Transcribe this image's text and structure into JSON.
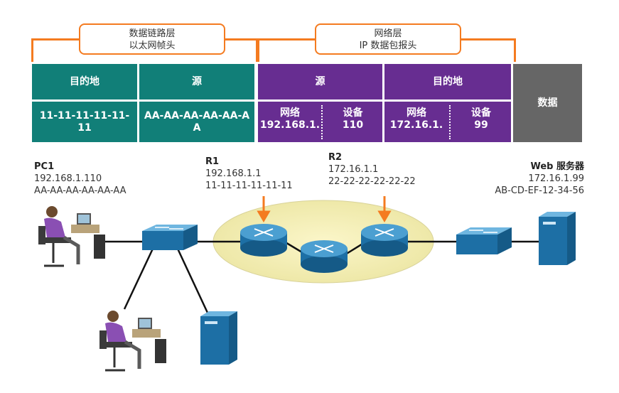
{
  "callouts": {
    "datalink": {
      "line1": "数据链路层",
      "line2": "以太网帧头"
    },
    "network": {
      "line1": "网络层",
      "line2": "IP 数据包报头"
    }
  },
  "header": {
    "dest": "目的地",
    "src": "源",
    "ip_src": "源",
    "ip_dest": "目的地",
    "data": "数据"
  },
  "values": {
    "dest_mac": "11-11-11-11-11-11",
    "src_mac": "AA-AA-AA-AA-AA-AA",
    "src_net_label": "网络",
    "src_net_value": "192.168.1.",
    "src_dev_label": "设备",
    "src_dev_value": "110",
    "dest_net_label": "网络",
    "dest_net_value": "172.16.1.",
    "dest_dev_label": "设备",
    "dest_dev_value": "99"
  },
  "devices": {
    "pc1": {
      "name": "PC1",
      "ip": "192.168.1.110",
      "mac": "AA-AA-AA-AA-AA-AA"
    },
    "r1": {
      "name": "R1",
      "ip": "192.168.1.1",
      "mac": "11-11-11-11-11-11"
    },
    "r2": {
      "name": "R2",
      "ip": "172.16.1.1",
      "mac": "22-22-22-22-22-22"
    },
    "web": {
      "name": "Web 服务器",
      "ip": "172.16.1.99",
      "mac": "AB-CD-EF-12-34-56"
    }
  },
  "colors": {
    "orange": "#f47b20",
    "teal": "#117f78",
    "purple": "#672d91",
    "gray": "#666666",
    "device_blue": "#1d6fa5"
  }
}
